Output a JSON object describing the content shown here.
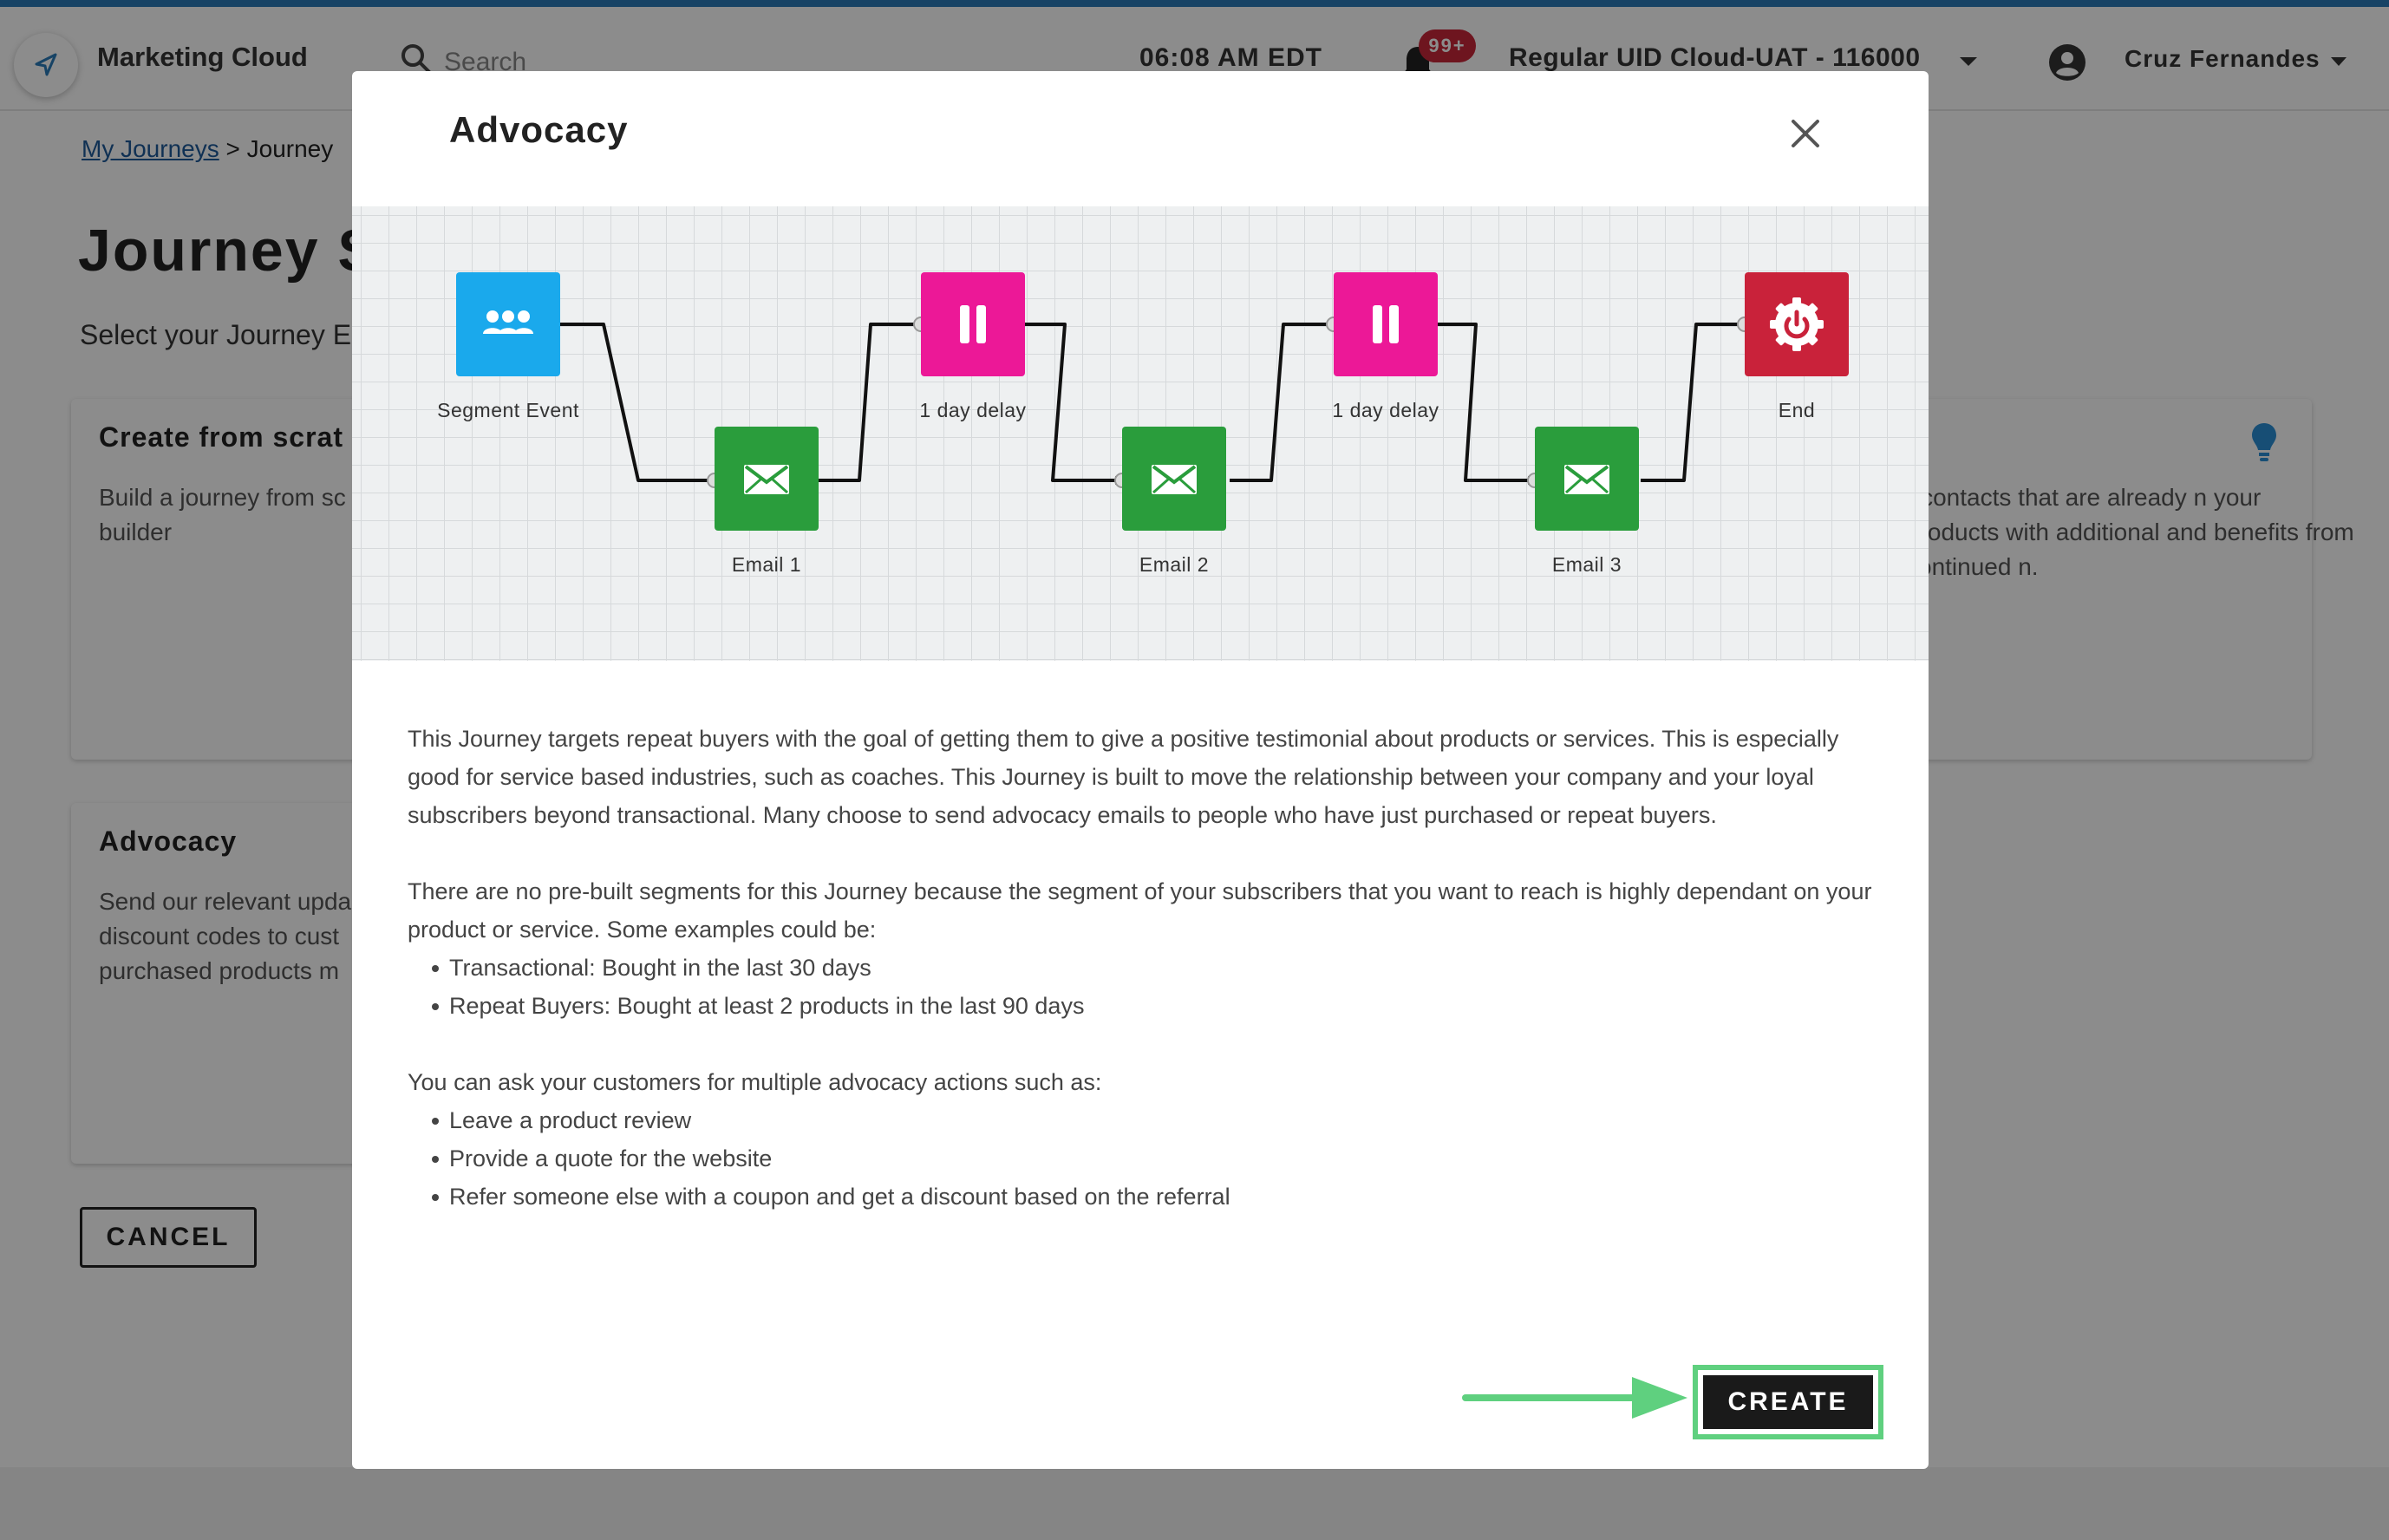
{
  "header": {
    "app_name": "Marketing Cloud",
    "search_placeholder": "Search",
    "time": "06:08 AM EDT",
    "notifications_badge": "99+",
    "account": "Regular UID Cloud-UAT - 116000",
    "user_name": "Cruz Fernandes"
  },
  "breadcrumb": {
    "link": "My Journeys",
    "separator": ">",
    "current": "Journey"
  },
  "page": {
    "title": "Journey S",
    "subtitle": "Select your Journey E"
  },
  "cards": {
    "scratch": {
      "title": "Create from scrat",
      "desc": "Build a journey from sc builder"
    },
    "right": {
      "desc": "r contacts that are already n your products with additional and benefits from continued n."
    },
    "advocacy": {
      "title": "Advocacy",
      "desc": "Send our relevant upda discount codes to cust purchased products m"
    }
  },
  "cancel_label": "CANCEL",
  "modal": {
    "title": "Advocacy",
    "nodes": [
      {
        "label": "Segment Event",
        "type": "segment",
        "color": "#1aa9ec"
      },
      {
        "label": "Email 1",
        "type": "email",
        "color": "#2a9d3c"
      },
      {
        "label": "1 day delay",
        "type": "delay",
        "color": "#ec1897"
      },
      {
        "label": "Email 2",
        "type": "email",
        "color": "#2a9d3c"
      },
      {
        "label": "1 day delay",
        "type": "delay",
        "color": "#ec1897"
      },
      {
        "label": "Email 3",
        "type": "email",
        "color": "#2a9d3c"
      },
      {
        "label": "End",
        "type": "end",
        "color": "#c9223a"
      }
    ],
    "body": {
      "p1": "This Journey targets repeat buyers with the goal of getting them to give a positive testimonial about products or services. This is especially good for service based industries, such as coaches. This Journey is built to move the relationship between your company and your loyal subscribers beyond transactional. Many choose to send advocacy emails to people who have just purchased or repeat buyers.",
      "p2": "There are no pre-built segments for this Journey because the segment of your subscribers that you want to reach is highly dependant on your product or service. Some examples could be:",
      "list1": [
        "Transactional: Bought in the last 30 days",
        "Repeat Buyers: Bought at least 2 products in the last 90 days"
      ],
      "p3": "You can ask your customers for multiple advocacy actions such as:",
      "list2": [
        "Leave a product review",
        "Provide a quote for the website",
        "Refer someone else with a coupon and get a discount based on the referral"
      ]
    },
    "create_label": "CREATE",
    "highlight_color": "#5fd07f"
  }
}
